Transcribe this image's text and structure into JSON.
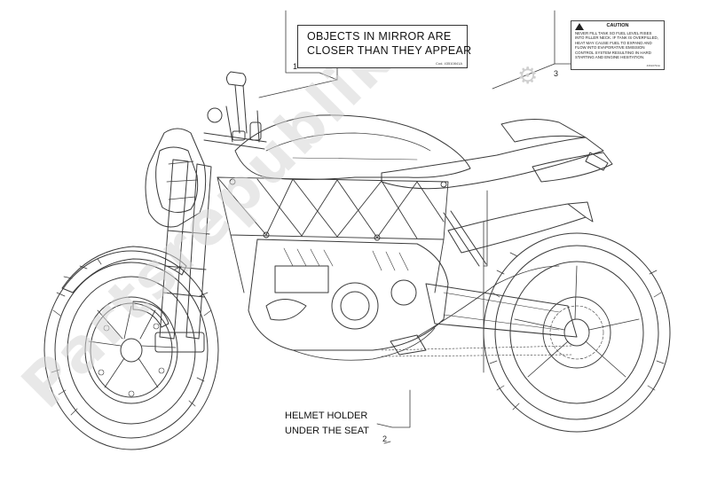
{
  "labels": {
    "mirror": {
      "line1": "OBJECTS IN MIRROR ARE",
      "line2": "CLOSER THAN THEY APPEAR",
      "code": "Cod. 43510841A"
    },
    "helmet": {
      "line1": "HELMET HOLDER",
      "line2": "UNDER THE SEAT"
    },
    "caution": {
      "title": "CAUTION",
      "body": "NEVER FILL TANK SO FUEL LEVEL RISES INTO FILLER NECK. IF TANK IS OVERFILLED, HEAT MAY CAUSE FUEL TO EXPAND AND FLOW INTO EVAPORATIVE EMISSION CONTROL SYSTEM RESULTING IN HARD STARTING AND ENGINE HESITATION.",
      "code": "43610791A"
    }
  },
  "callouts": [
    "1",
    "2",
    "3"
  ],
  "watermark": "Partsrepublik",
  "icons": [
    "motorcycle-drawing",
    "warning-triangle-icon",
    "gear-logo-icon"
  ]
}
